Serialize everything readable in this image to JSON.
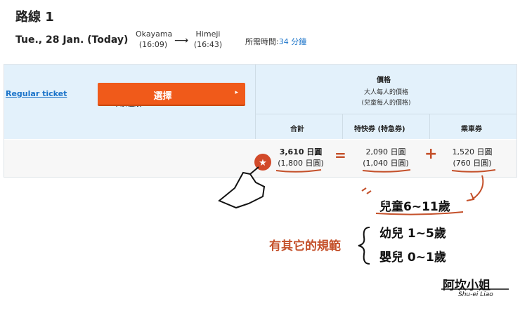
{
  "header": {
    "route_title": "路線 1",
    "date": "Tue., 28 Jan. (Today)",
    "from_station": "Okayama",
    "from_time": "(16:09)",
    "to_station": "Himeji",
    "to_time": "(16:43)",
    "required_time_label": "所需時間:",
    "duration": "34 分鐘"
  },
  "table": {
    "ticket_type_header": "車票種類",
    "price_header": "價格",
    "adult_caption": "大人每人的價格",
    "child_caption": "(兒童每人的價格)",
    "col_total": "合計",
    "col_limited_express": "特快券 (特急券)",
    "col_fare": "乘車券",
    "row": {
      "ticket_name": "Regular ticket",
      "select_label": "選擇",
      "total_adult": "3,610 日圓",
      "total_child": "(1,800 日圓)",
      "express_adult": "2,090 日圓",
      "express_child": "(1,040 日圓)",
      "fare_adult": "1,520 日圓",
      "fare_child": "(760 日圓)"
    }
  },
  "annotations": {
    "equals": "=",
    "plus": "+",
    "child_note": "兒童6~11歲",
    "infant_note": "幼兒 1~5歲",
    "baby_note": "嬰兒 0~1歲",
    "other_rules": "有其它的規範",
    "signature": "阿坎小姐",
    "signature_en": "Shu-ei Liao"
  },
  "colors": {
    "accent": "#f05a1a",
    "link": "#1a73c9",
    "header_bg": "#e3f1fb",
    "annotation_red": "#c4502a"
  }
}
